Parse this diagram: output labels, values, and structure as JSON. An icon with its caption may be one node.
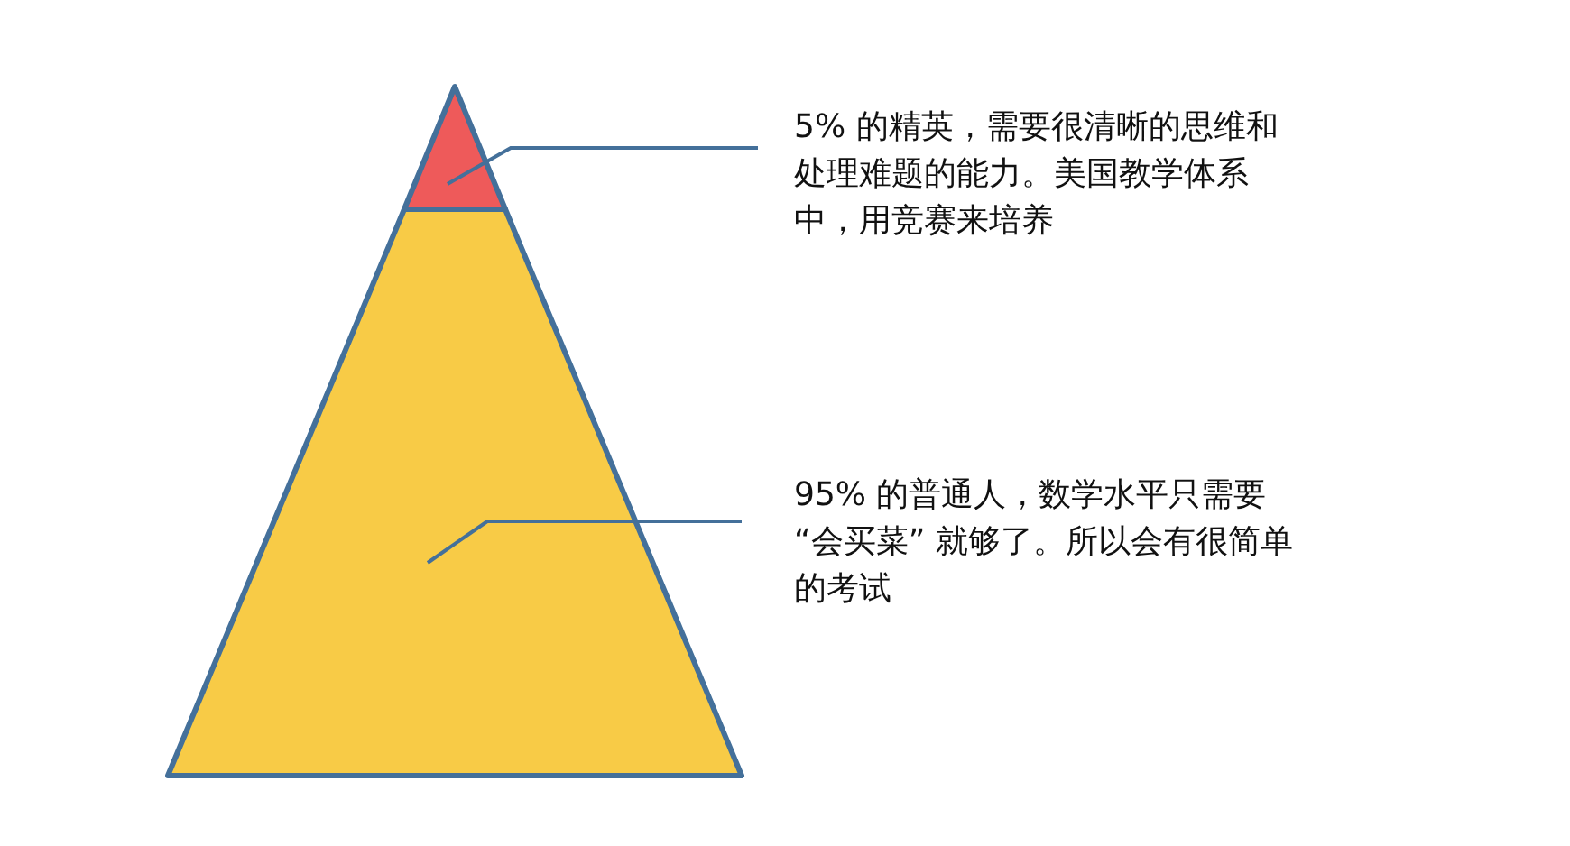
{
  "diagram": {
    "nodes": [
      {
        "text": [],
        "shape": "triangle"
      },
      {
        "text": [
          "5% 的精英，需要很清晰的思维和处理难题的能力。美国教学体系中，用竞赛来培养"
        ]
      },
      {
        "text": [],
        "shape": "trapezoid"
      },
      {
        "text": [
          "95% 的普通人，数学水平只需要 “会买菜” 就够了。所以会有很简单的考试"
        ]
      }
    ],
    "edges": [
      {
        "from": 1,
        "to": 0,
        "arrow": "none"
      },
      {
        "from": 3,
        "to": 2,
        "arrow": "none"
      }
    ]
  }
}
